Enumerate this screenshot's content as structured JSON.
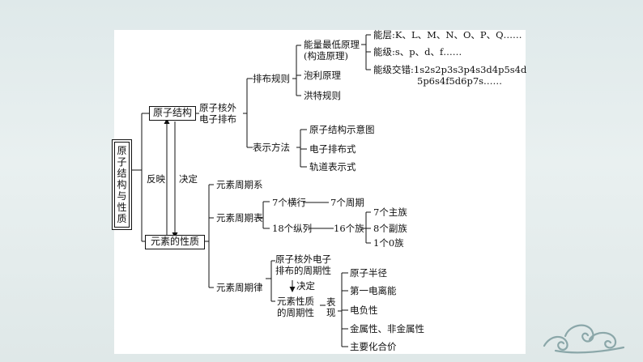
{
  "root": "原子结构与性质",
  "structure": "原子结构",
  "properties": "元素的性质",
  "reflect": "反映",
  "determine": "决定",
  "config": {
    "line1": "原子核外",
    "line2": "电子排布"
  },
  "rules": "排布规则",
  "min_energy": {
    "line1": "能量最低原理",
    "line2": "(构造原理)"
  },
  "pauli": "泡利原理",
  "hund": "洪特规则",
  "layer": "能层:K、L、M、N、O、P、Q……",
  "level": "能级:s、p、d、f……",
  "stagger": {
    "line1": "能级交错:1s2s2p3s3p4s3d4p5s4d",
    "line2": "5p6s4f5d6p7s……"
  },
  "methods": "表示方法",
  "diagram": "原子结构示意图",
  "e_config": "电子排布式",
  "orbital": "轨道表示式",
  "system": "元素周期系",
  "table": "元素周期表",
  "rows7": "7个横行",
  "periods7": "7个周期",
  "cols18": "18个纵列",
  "groups16": "16个族",
  "main7": "7个主族",
  "sub8": "8个副族",
  "zero1": "1个0族",
  "law": "元素周期律",
  "periodicity": {
    "line1": "原子核外电子",
    "line2": "排布的周期性"
  },
  "decides": "决定",
  "prop_period": {
    "line1": "元素性质",
    "line2": "的周期性"
  },
  "express": {
    "line1": "表",
    "line2": "现"
  },
  "radius": "原子半径",
  "ionization": "第一电离能",
  "electroneg": "电负性",
  "metallic": "金属性、非金属性",
  "valence": "主要化合价"
}
